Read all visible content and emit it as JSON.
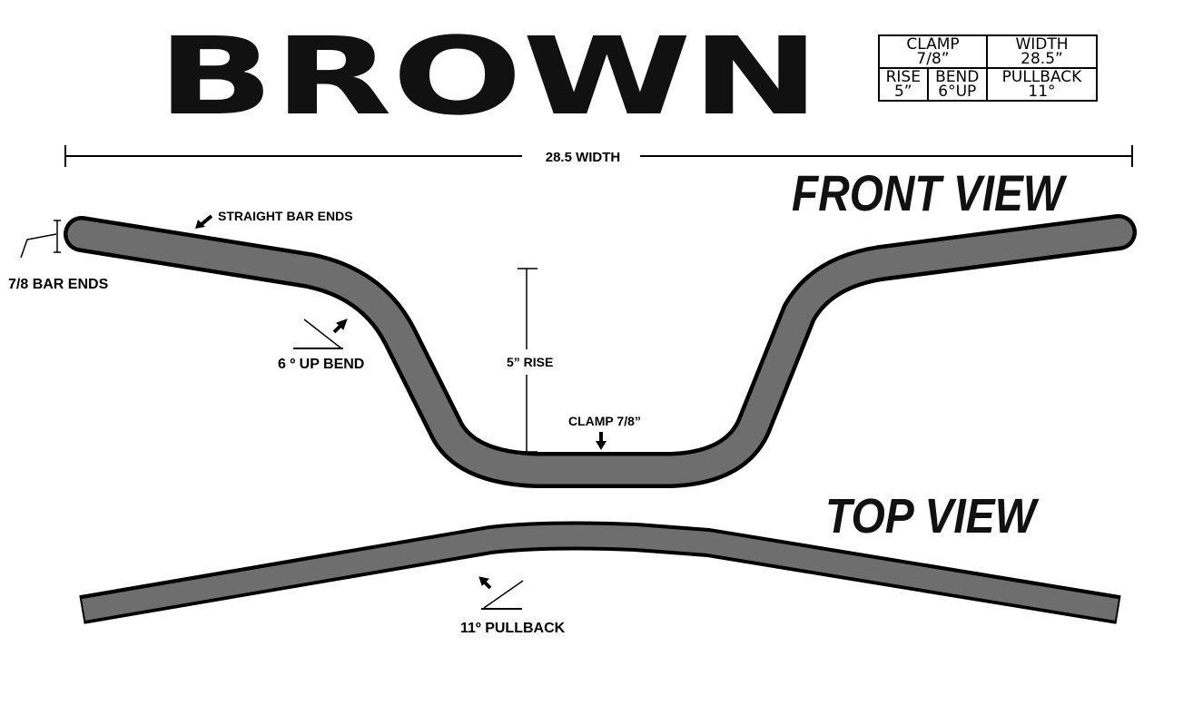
{
  "brand": "BROWN",
  "spec_table": {
    "clamp_label": "CLAMP",
    "clamp_value": "7/8”",
    "width_label": "WIDTH",
    "width_value": "28.5”",
    "rise_label": "RISE",
    "rise_value": "5”",
    "bend_label": "BEND",
    "bend_value": "6°UP",
    "pullback_label": "PULLBACK",
    "pullback_value": "11°"
  },
  "annotations": {
    "width": "28.5 WIDTH",
    "front_view": "FRONT VIEW",
    "top_view": "TOP VIEW",
    "straight_bar_ends": "STRAIGHT BAR ENDS",
    "bar_ends": "7/8 BAR ENDS",
    "up_bend": "6 º UP BEND",
    "rise": "5” RISE",
    "clamp": "CLAMP 7/8”",
    "pullback": "11º PULLBACK"
  },
  "colors": {
    "bar_fill": "#6e6e6e",
    "outline": "#000000"
  }
}
